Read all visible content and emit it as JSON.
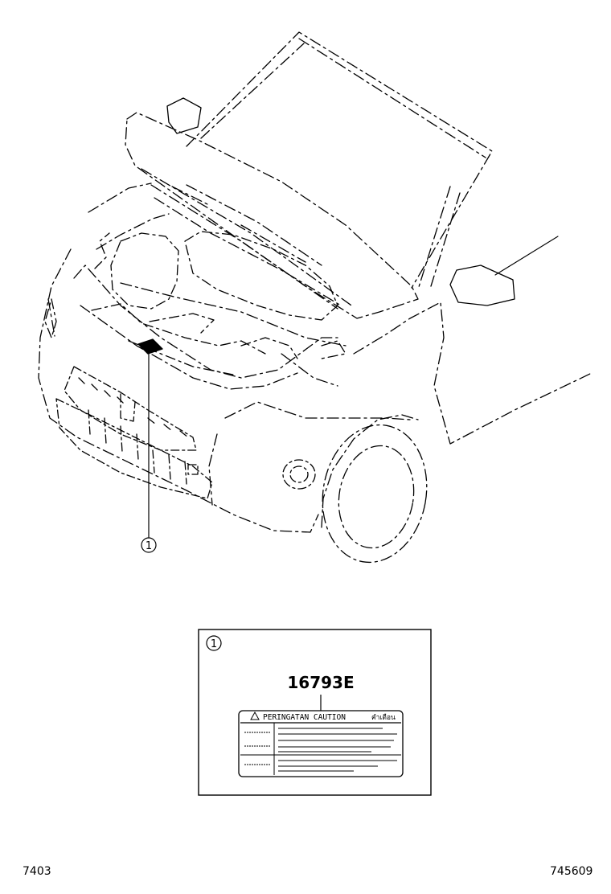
{
  "callout": {
    "number": "1"
  },
  "detail": {
    "number": "1",
    "part_number": "16793E",
    "label_header": "PERINGATAN  CAUTION",
    "label_thai": "คำเตือน"
  },
  "footer": {
    "left_code": "7403",
    "right_code": "745609"
  }
}
